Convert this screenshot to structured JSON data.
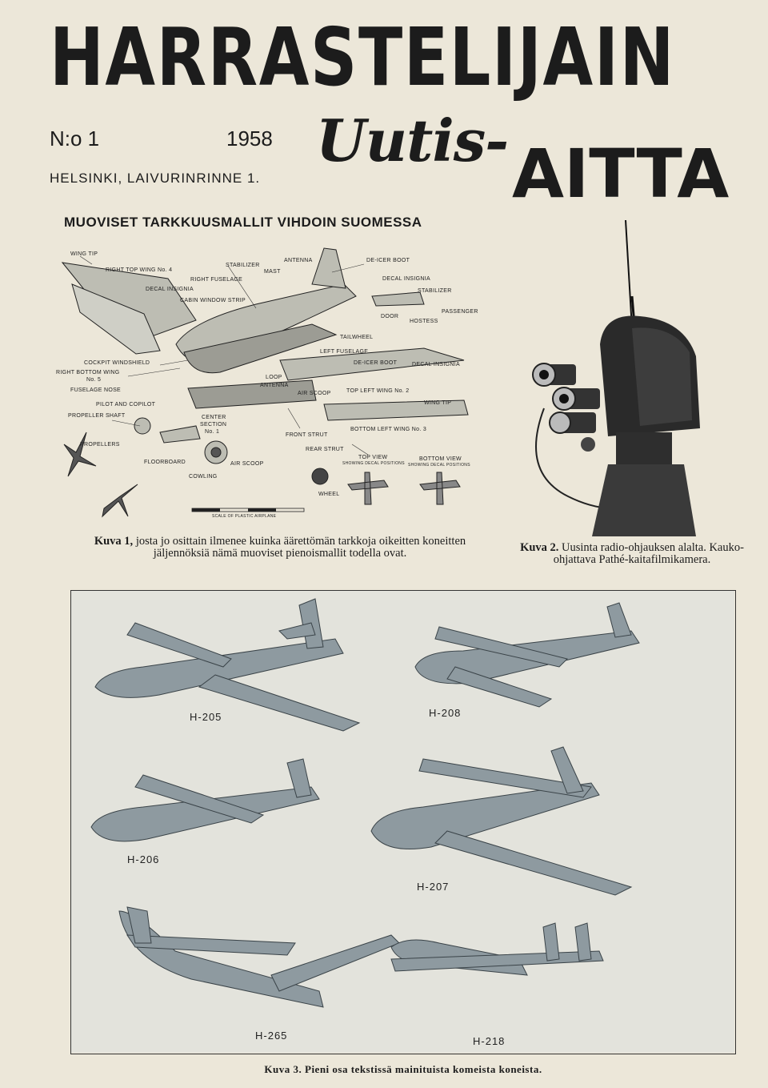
{
  "masthead": {
    "title": "HARRASTELIJAIN",
    "subtitle_script": "Uutis-",
    "subtitle_block": "AITTA",
    "issue": "N:o 1",
    "year": "1958",
    "address": "HELSINKI, LAIVURINRINNE 1."
  },
  "headline": "MUOVISET TARKKUUSMALLIT VIHDOIN SUOMESSA",
  "diagram": {
    "labels": {
      "wing_tip_1": "WING TIP",
      "right_top_wing": "RIGHT TOP WING No. 4",
      "stabilizer_1": "STABILIZER",
      "antenna_1": "ANTENNA",
      "de_icer_boot_1": "DE-ICER BOOT",
      "mast": "MAST",
      "right_fuselage": "RIGHT FUSELAGE",
      "decal_insignia_1": "DECAL INSIGNIA",
      "decal_insignia_2": "DECAL INSIGNIA",
      "stabilizer_2": "STABILIZER",
      "cabin_window_strip": "CABIN WINDOW STRIP",
      "passenger": "PASSENGER",
      "door": "DOOR",
      "hostess": "HOSTESS",
      "tailwheel": "TAILWHEEL",
      "left_fuselage": "LEFT FUSELAGE",
      "cockpit_windshield": "COCKPIT WINDSHIELD",
      "de_icer_boot_2": "DE-ICER BOOT",
      "decal_insignia_3": "DECAL INSIGNIA",
      "right_bottom_wing": "RIGHT BOTTOM WING",
      "no5": "No. 5",
      "loop": "LOOP",
      "antenna_2": "ANTENNA",
      "fuselage_nose": "FUSELAGE NOSE",
      "air_scoop_1": "AIR SCOOP",
      "top_left_wing": "TOP LEFT WING No. 2",
      "pilot_copilot": "PILOT AND COPILOT",
      "wing_tip_2": "WING TIP",
      "propeller_shaft": "PROPELLER SHAFT",
      "center_section": "CENTER",
      "center_section_2": "SECTION",
      "center_section_3": "No. 1",
      "bottom_left_wing": "BOTTOM LEFT WING No. 3",
      "front_strut": "FRONT STRUT",
      "propellers": "PROPELLERS",
      "rear_strut": "REAR STRUT",
      "floorboard": "FLOORBOARD",
      "air_scoop_2": "AIR SCOOP",
      "top_view": "TOP VIEW",
      "top_view_sub": "SHOWING DECAL POSITIONS",
      "bottom_view": "BOTTOM VIEW",
      "bottom_view_sub": "SHOWING DECAL POSITIONS",
      "cowling": "COWLING",
      "wheel": "WHEEL",
      "scale": "SCALE OF PLASTIC AIRPLANE"
    }
  },
  "captions": {
    "kuva1_label": "Kuva 1,",
    "kuva1_text": "josta jo osittain ilmenee kuinka äärettömän tarkkoja oikeitten koneitten jäljennöksiä nämä muoviset pienoismallit todella ovat.",
    "kuva2_label": "Kuva 2.",
    "kuva2_text": "Uusinta radio-ohjauksen alalta. Kauko-ohjattava Pathé-kaitafilmikamera.",
    "kuva3": "Kuva 3. Pieni osa tekstissä mainituista komeista koneista."
  },
  "planes": [
    "H-205",
    "H-208",
    "H-206",
    "H-207",
    "H-265",
    "H-218"
  ],
  "colors": {
    "paper": "#ece7d9",
    "ink": "#1c1c1c",
    "photo_bg": "#e3e3dc"
  }
}
